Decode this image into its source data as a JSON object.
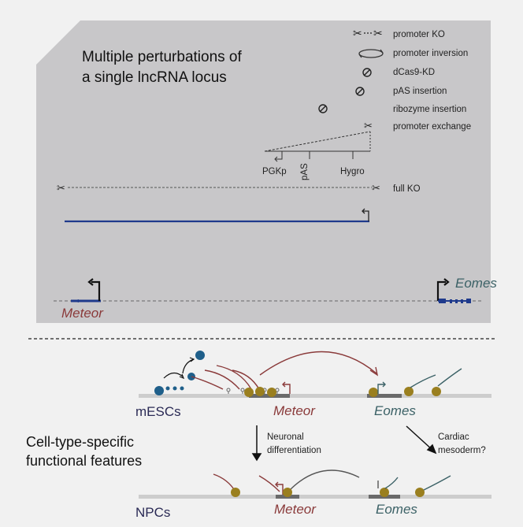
{
  "top_panel": {
    "title_line1": "Multiple perturbations of",
    "title_line2": "a single lncRNA locus",
    "legend": [
      {
        "label": "promoter KO",
        "icon": "scissors-pair-icon"
      },
      {
        "label": "promoter inversion",
        "icon": "inversion-arrows-icon"
      },
      {
        "label": "dCas9-KD",
        "icon": "blocked-circle-icon"
      },
      {
        "label": "pAS insertion",
        "icon": "blocked-circle-icon"
      },
      {
        "label": "ribozyme insertion",
        "icon": "blocked-circle-icon"
      },
      {
        "label": "promoter exchange",
        "icon": "scissors-icon"
      }
    ],
    "cassette_labels": {
      "pgkp": "PGKp",
      "pas": "pAS",
      "hygro": "Hygro"
    },
    "full_ko_label": "full KO",
    "meteor_label": "Meteor",
    "eomes_label": "Eomes"
  },
  "bottom_panel": {
    "mescs_label": "mESCs",
    "npcs_label": "NPCs",
    "meteor_label": "Meteor",
    "eomes_label": "Eomes",
    "cell_type_line1": "Cell-type-specific",
    "cell_type_line2": "functional features",
    "neuronal_line1": "Neuronal",
    "neuronal_line2": "differentiation",
    "cardiac_line1": "Cardiac",
    "cardiac_line2": "mesoderm?"
  },
  "colors": {
    "panel_gray": "#c8c7c9",
    "meteor_red": "#8a3a3a",
    "eomes_teal": "#3b6166",
    "blue": "#1f3a8c",
    "polymerase": "#9a7f1f",
    "dot_blue": "#1f5f8a"
  }
}
